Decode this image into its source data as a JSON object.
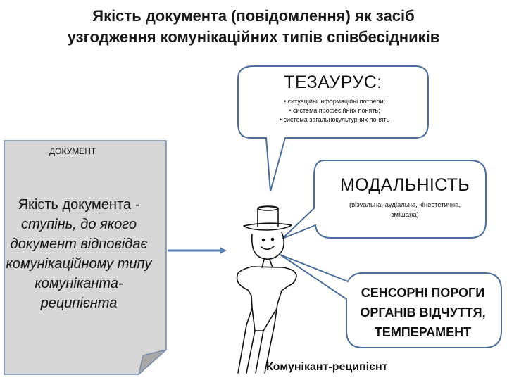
{
  "title": {
    "line1": "Якість документа (повідомлення) як засіб",
    "line2": "узгодження комунікаційних типів співбесідників"
  },
  "thesaurus": {
    "heading": "ТЕЗАУРУС:",
    "items": [
      "• ситуаційні інформаційні потреби;",
      "• система професійних понять;",
      "• система загальнокультурних понять"
    ]
  },
  "modality": {
    "heading": "МОДАЛЬНІСТЬ",
    "line1": "(візуальна, аудіальна, кінестетична,",
    "line2": "змішана)"
  },
  "sensory": {
    "line1": "СЕНСОРНІ ПОРОГИ",
    "line2": "ОРГАНІВ ВІДЧУТТЯ,",
    "line3": "ТЕМПЕРАМЕНТ"
  },
  "document": {
    "label": "ДОКУМЕНТ",
    "text_plain": "Якість документа",
    "text_italic": "- ступінь, до якого документ відповідає комунікаційному типу комуніканта-реципієнта"
  },
  "recipient_label": "Комунікант-реципієнт",
  "colors": {
    "bubble_border": "#4a6d9a",
    "document_fill": "#d4d4d4",
    "arrow": "#5b80b3"
  }
}
